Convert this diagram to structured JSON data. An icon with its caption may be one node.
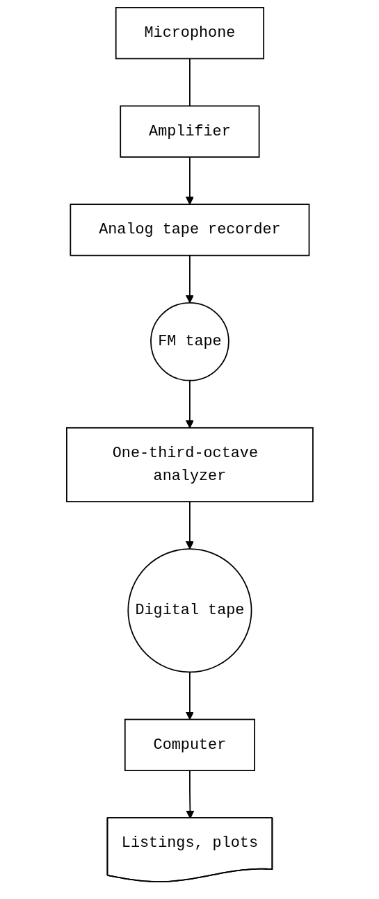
{
  "diagram": {
    "nodes": [
      {
        "text": [
          "Microphone"
        ]
      },
      {
        "text": [
          "Amplifier"
        ]
      },
      {
        "text": [
          "Analog tape recorder"
        ]
      },
      {
        "text": [
          "FM tape"
        ]
      },
      {
        "text": [
          "One-third-octave analyzer"
        ]
      },
      {
        "text": [
          "Digital tape"
        ]
      },
      {
        "text": [
          "Computer"
        ]
      },
      {
        "text": [
          "Listings, plots"
        ]
      }
    ],
    "edges": [
      {
        "from": 0,
        "to": 1,
        "arrow": "none"
      },
      {
        "from": 1,
        "to": 2,
        "arrow": "to"
      },
      {
        "from": 2,
        "to": 3,
        "arrow": "to"
      },
      {
        "from": 3,
        "to": 4,
        "arrow": "to"
      },
      {
        "from": 4,
        "to": 5,
        "arrow": "to"
      },
      {
        "from": 5,
        "to": 6,
        "arrow": "to"
      },
      {
        "from": 6,
        "to": 7,
        "arrow": "to"
      }
    ]
  }
}
